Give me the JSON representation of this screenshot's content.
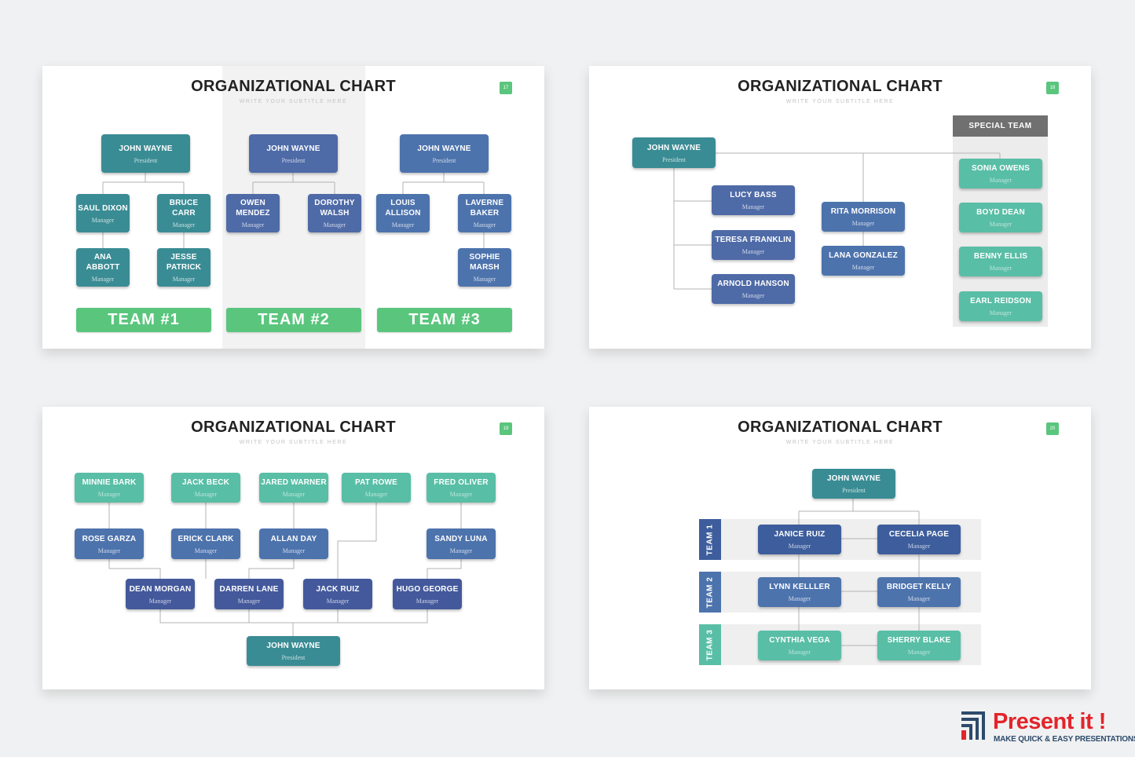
{
  "colors": {
    "teal": "#3a8c94",
    "navy": "#4e6aa7",
    "mint": "#59bea6",
    "green": "#5ac57d",
    "special_grey": "#707070"
  },
  "slides": [
    {
      "title": "ORGANIZATIONAL CHART",
      "subtitle": "WRITE YOUR SUBTITLE HERE",
      "page": "17",
      "teams": [
        "TEAM #1",
        "TEAM #2",
        "TEAM #3"
      ],
      "nodes": {
        "t1_president": {
          "name": "JOHN WAYNE",
          "role": "President"
        },
        "t1_m1": {
          "name": "SAUL DIXON",
          "role": "Manager"
        },
        "t1_m2": {
          "name": "BRUCE CARR",
          "role": "Manager"
        },
        "t1_m3": {
          "name": "ANA ABBOTT",
          "role": "Manager"
        },
        "t1_m4": {
          "name": "JESSE PATRICK",
          "role": "Manager"
        },
        "t2_president": {
          "name": "JOHN WAYNE",
          "role": "President"
        },
        "t2_m1": {
          "name": "OWEN MENDEZ",
          "role": "Manager"
        },
        "t2_m2": {
          "name": "DOROTHY WALSH",
          "role": "Manager"
        },
        "t3_president": {
          "name": "JOHN WAYNE",
          "role": "President"
        },
        "t3_m1": {
          "name": "LOUIS ALLISON",
          "role": "Manager"
        },
        "t3_m2": {
          "name": "LAVERNE BAKER",
          "role": "Manager"
        },
        "t3_m3": {
          "name": "SOPHIE MARSH",
          "role": "Manager"
        }
      }
    },
    {
      "title": "ORGANIZATIONAL CHART",
      "subtitle": "WRITE YOUR SUBTITLE HERE",
      "page": "18",
      "special_team": "SPECIAL TEAM",
      "nodes": {
        "president": {
          "name": "JOHN WAYNE",
          "role": "President"
        },
        "a1": {
          "name": "LUCY BASS",
          "role": "Manager"
        },
        "a2": {
          "name": "TERESA FRANKLIN",
          "role": "Manager"
        },
        "a3": {
          "name": "ARNOLD HANSON",
          "role": "Manager"
        },
        "b1": {
          "name": "RITA MORRISON",
          "role": "Manager"
        },
        "b2": {
          "name": "LANA GONZALEZ",
          "role": "Manager"
        },
        "s1": {
          "name": "SONIA OWENS",
          "role": "Manager"
        },
        "s2": {
          "name": "BOYD DEAN",
          "role": "Manager"
        },
        "s3": {
          "name": "BENNY ELLIS",
          "role": "Manager"
        },
        "s4": {
          "name": "EARL REIDSON",
          "role": "Manager"
        }
      }
    },
    {
      "title": "ORGANIZATIONAL CHART",
      "subtitle": "WRITE YOUR SUBTITLE HERE",
      "page": "19",
      "nodes": {
        "r1a": {
          "name": "MINNIE BARK",
          "role": "Manager"
        },
        "r1b": {
          "name": "JACK BECK",
          "role": "Manager"
        },
        "r1c": {
          "name": "JARED WARNER",
          "role": "Manager"
        },
        "r1d": {
          "name": "PAT ROWE",
          "role": "Manager"
        },
        "r1e": {
          "name": "FRED OLIVER",
          "role": "Manager"
        },
        "r2a": {
          "name": "ROSE GARZA",
          "role": "Manager"
        },
        "r2b": {
          "name": "ERICK CLARK",
          "role": "Manager"
        },
        "r2c": {
          "name": "ALLAN DAY",
          "role": "Manager"
        },
        "r2e": {
          "name": "SANDY LUNA",
          "role": "Manager"
        },
        "r3a": {
          "name": "DEAN MORGAN",
          "role": "Manager"
        },
        "r3b": {
          "name": "DARREN LANE",
          "role": "Manager"
        },
        "r3c": {
          "name": "JACK RUIZ",
          "role": "Manager"
        },
        "r3d": {
          "name": "HUGO GEORGE",
          "role": "Manager"
        },
        "president": {
          "name": "JOHN WAYNE",
          "role": "President"
        }
      }
    },
    {
      "title": "ORGANIZATIONAL CHART",
      "subtitle": "WRITE YOUR SUBTITLE HERE",
      "page": "20",
      "teams": [
        "TEAM 1",
        "TEAM 2",
        "TEAM 3"
      ],
      "nodes": {
        "president": {
          "name": "JOHN WAYNE",
          "role": "President"
        },
        "t1a": {
          "name": "JANICE RUIZ",
          "role": "Manager"
        },
        "t1b": {
          "name": "CECELIA PAGE",
          "role": "Manager"
        },
        "t2a": {
          "name": "LYNN KELLLER",
          "role": "Manager"
        },
        "t2b": {
          "name": "BRIDGET KELLY",
          "role": "Manager"
        },
        "t3a": {
          "name": "CYNTHIA VEGA",
          "role": "Manager"
        },
        "t3b": {
          "name": "SHERRY BLAKE",
          "role": "Manager"
        }
      }
    }
  ],
  "brand": {
    "name": "Present it !",
    "tagline": "MAKE QUICK & EASY PRESENTATIONS"
  }
}
